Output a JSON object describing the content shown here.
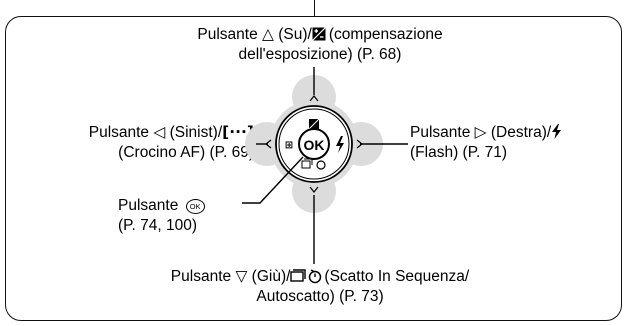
{
  "labels": {
    "up": {
      "line1_prefix": "Pulsante",
      "glyph": "△",
      "line1_mid": "(Su)/",
      "icon_name": "exposure-compensation-icon",
      "line1_suffix": "(compensazione",
      "line2": "dell'esposizione) (P. 68)"
    },
    "left": {
      "line1_prefix": "Pulsante",
      "glyph": "◁",
      "line1_mid": "(Sinist)/",
      "icon_text": "[···]",
      "line2": "(Crocino AF) (P. 69)"
    },
    "right": {
      "line1_prefix": "Pulsante",
      "glyph": "▷",
      "line1_mid": "(Destra)/",
      "icon_name": "flash-icon",
      "line2": "(Flash) (P. 71)"
    },
    "ok": {
      "line1_prefix": "Pulsante",
      "glyph_text": "OK",
      "line2": "(P. 74, 100)"
    },
    "down": {
      "line1_prefix": "Pulsante",
      "glyph": "▽",
      "line1_mid": "(Giù)/",
      "icon_name": "sequential-self-timer-icon",
      "line1_suffix": "(Scatto In Sequenza/",
      "line2": "Autoscatto) (P. 73)"
    }
  },
  "dial": {
    "center_text": "OK",
    "up_icon": "exposure-compensation-icon",
    "left_icon": "af-target-icon",
    "right_icon": "flash-icon",
    "down_icon": "sequential-self-timer-icon"
  }
}
